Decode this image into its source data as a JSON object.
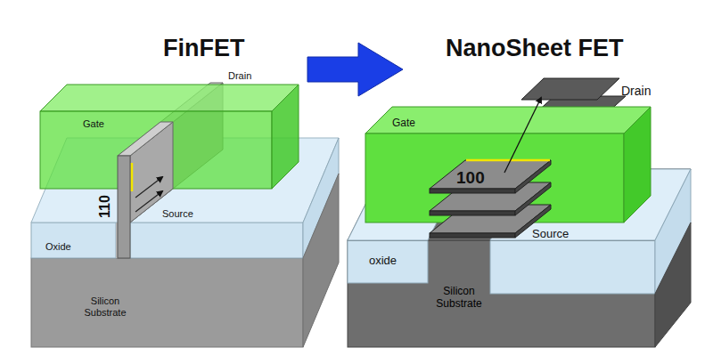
{
  "diagram": {
    "nodes": [
      {
        "text": [
          "Gate"
        ]
      },
      {
        "text": [
          "Source"
        ]
      },
      {
        "text": [
          "Oxide"
        ]
      },
      {
        "text": [
          "Silicon Substrate"
        ]
      },
      {
        "text": [
          "Gate"
        ]
      },
      {
        "text": [
          "Source"
        ]
      },
      {
        "text": [
          "oxide"
        ]
      },
      {
        "text": [
          "Silicon Substrate"
        ]
      }
    ],
    "labels": [
      "FinFET",
      "NanoSheet FET",
      "Drain",
      "110",
      "Drain",
      "100"
    ]
  }
}
